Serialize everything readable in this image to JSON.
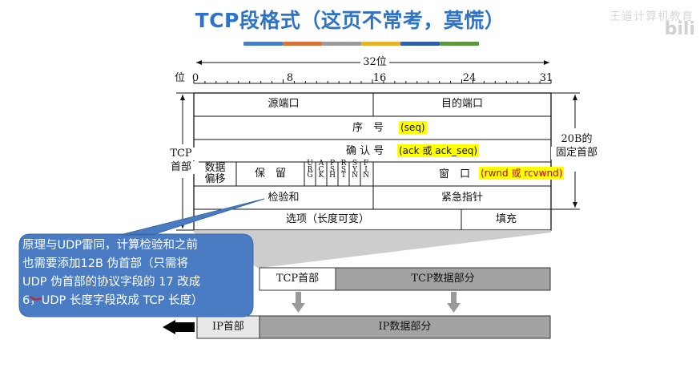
{
  "title": "TCP段格式（这页不常考，莫慌）",
  "watermark": "王道计算机教育",
  "watermark_logo": "bili",
  "stripe_colors": [
    "#4a7fc4",
    "#d9713a",
    "#9a9a9a",
    "#e6b32a",
    "#2e5fa8",
    "#5a9a3c"
  ],
  "diagram": {
    "bit_width_label": "32位",
    "bit_axis_label": "位",
    "bit_ticks": [
      "0",
      "8",
      "16",
      "24",
      "31"
    ],
    "tcp_header_label_line1": "TCP",
    "tcp_header_label_line2": "首部",
    "fixed_header_label_line1": "20B的",
    "fixed_header_label_line2": "固定首部",
    "src_port": "源端口",
    "dst_port": "目的端口",
    "seq_label": "序　号",
    "seq_note": "(seq)",
    "ack_label": "确 认 号",
    "ack_note": "(ack 或 ack_seq)",
    "data_offset_line1": "数据",
    "data_offset_line2": "偏移",
    "reserved": "保　留",
    "flags": [
      {
        "letters": [
          "U",
          "R",
          "G"
        ]
      },
      {
        "letters": [
          "A",
          "C",
          "K"
        ]
      },
      {
        "letters": [
          "P",
          "S",
          "H"
        ]
      },
      {
        "letters": [
          "R",
          "S",
          "T"
        ]
      },
      {
        "letters": [
          "S",
          "Y",
          "N"
        ]
      },
      {
        "letters": [
          "F",
          "I",
          "N"
        ]
      }
    ],
    "window_label": "窗　口",
    "window_note": "(rwnd 或 rcvwnd)",
    "checksum": "检验和",
    "urgent_pointer": "紧急指针",
    "options": "选项（长度可变）",
    "padding": "填充"
  },
  "encapsulation": {
    "tcp_header": "TCP首部",
    "tcp_data": "TCP数据部分",
    "ip_header": "IP首部",
    "ip_data": "IP数据部分"
  },
  "callout": {
    "line1": "原理与UDP雷同，计算检验和之前",
    "line2": "也需要添加12B 伪首部（只需将",
    "line3": "UDP 伪首部的协议字段的 17 改成",
    "line4": "6，UDP 长度字段改成 TCP 长度）"
  }
}
